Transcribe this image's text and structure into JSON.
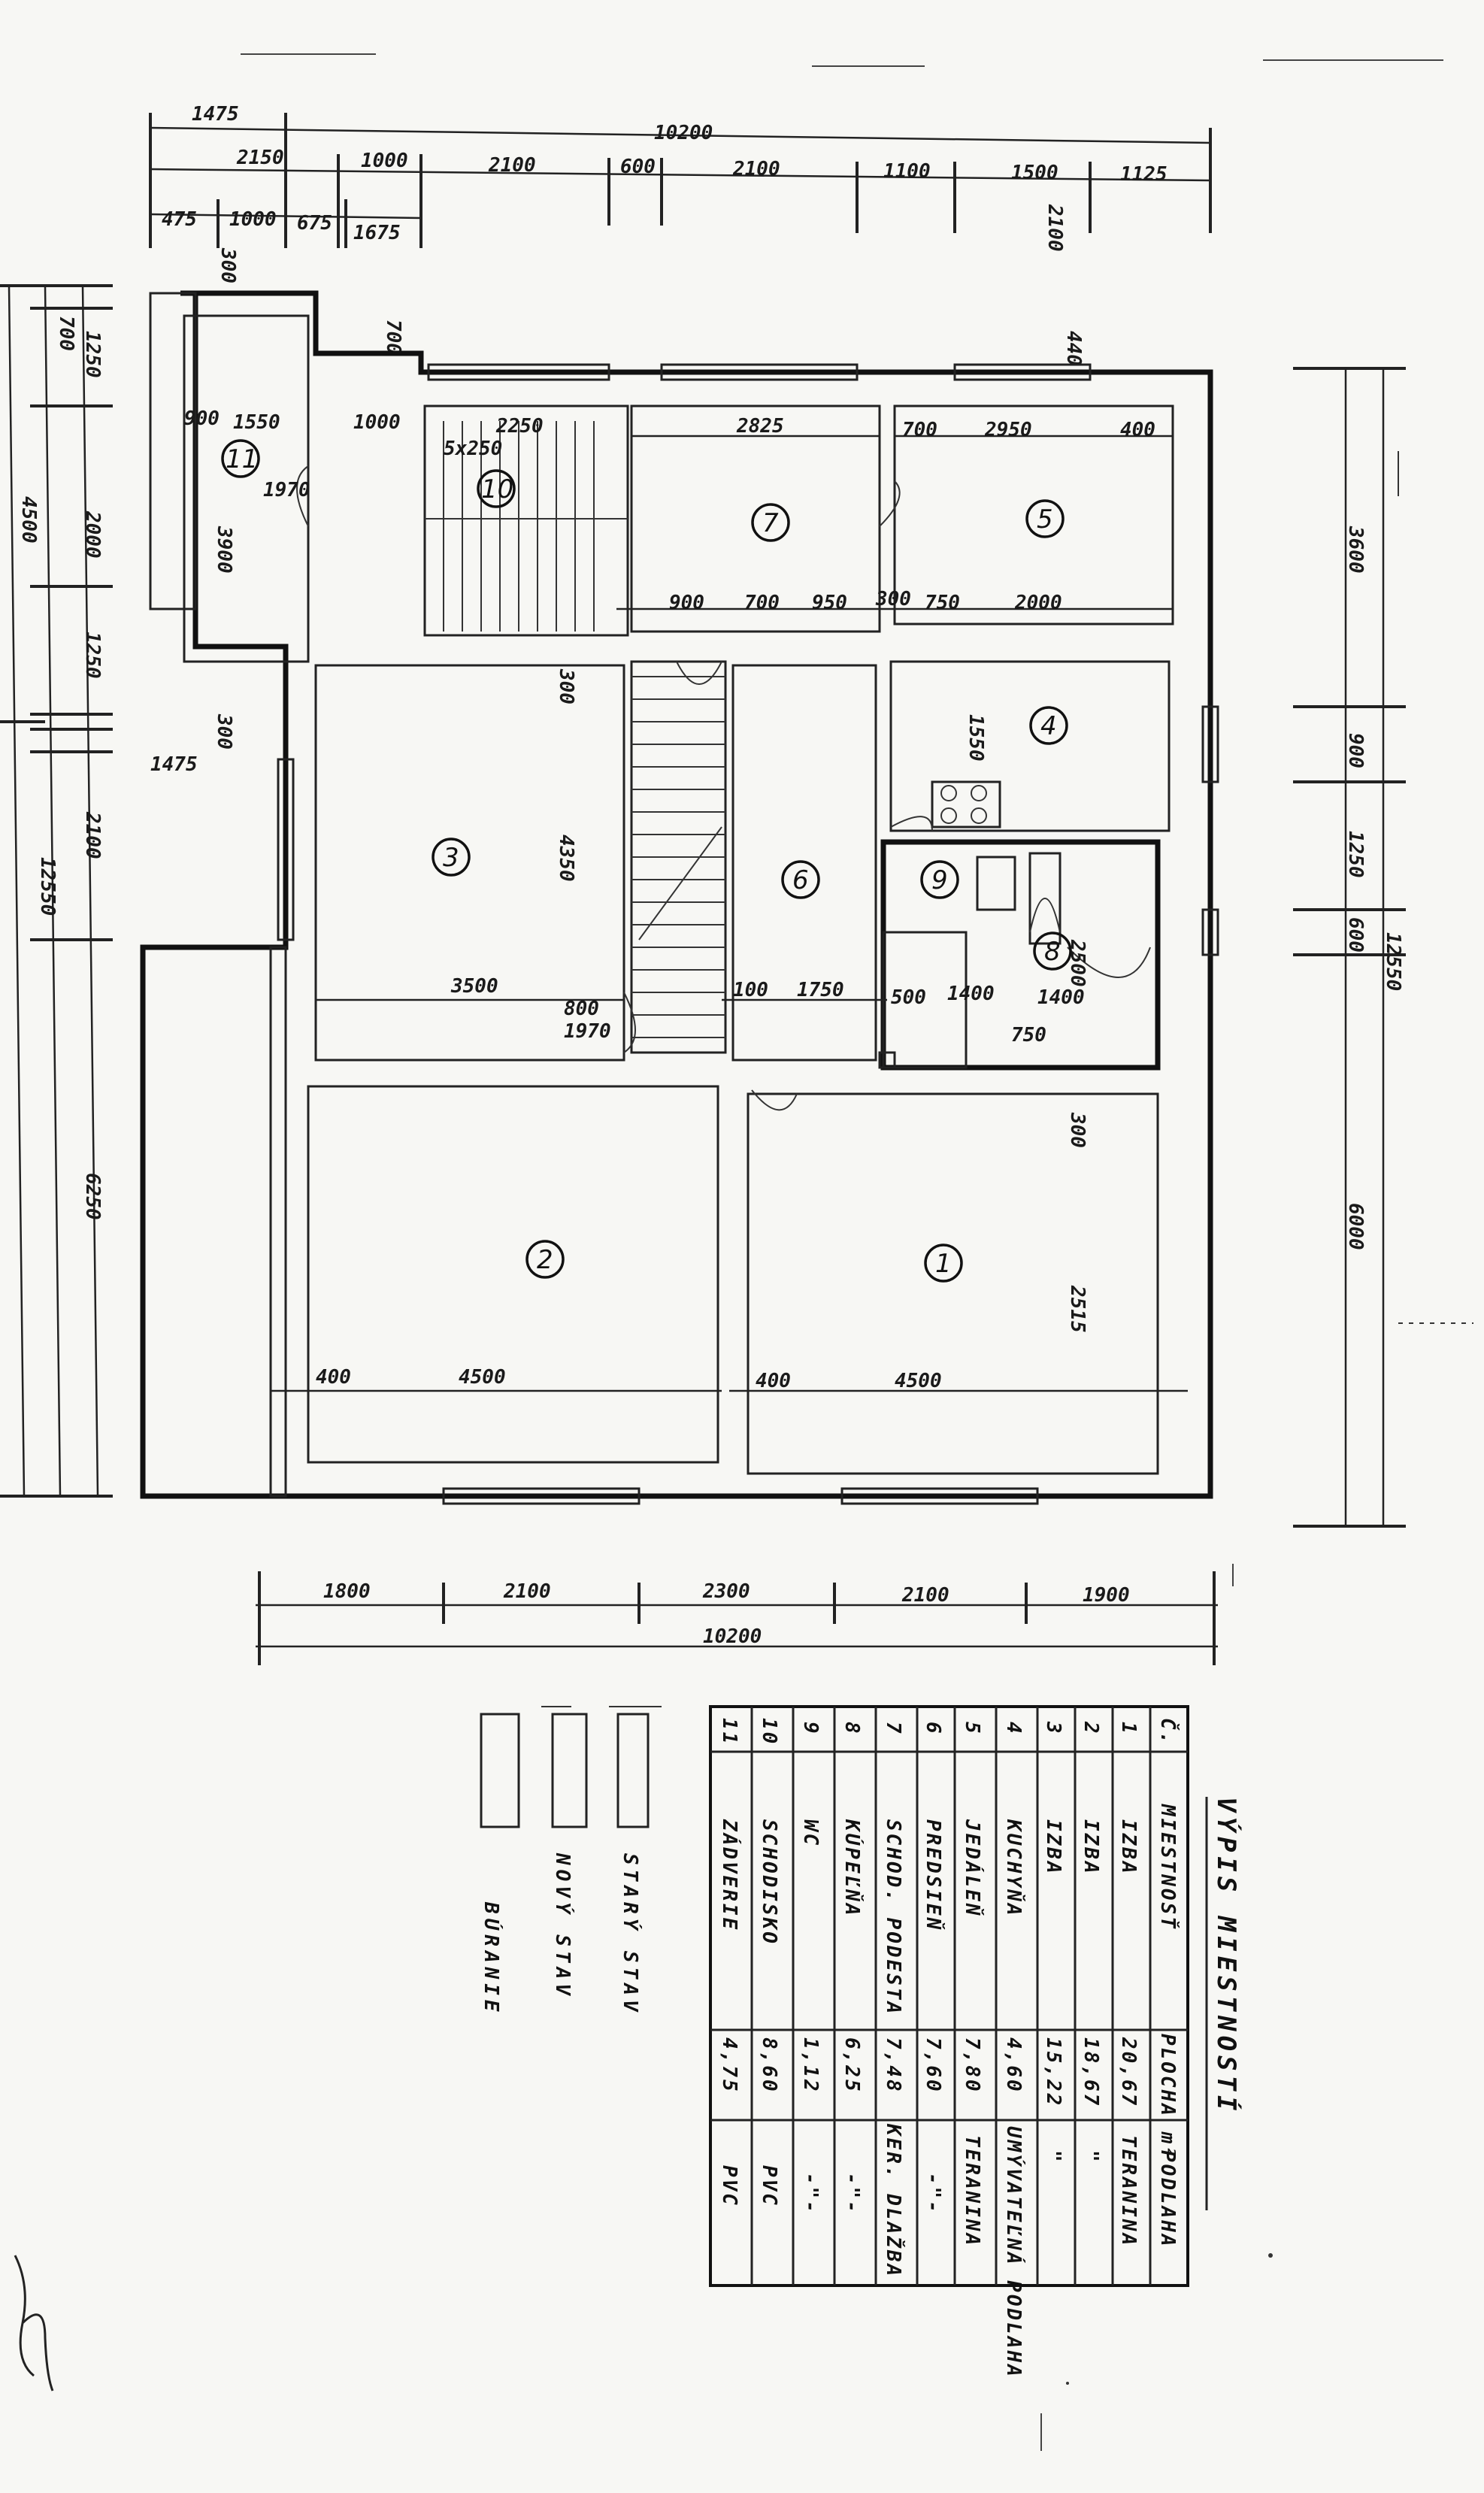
{
  "top_dimensions": {
    "row1": [
      "1475"
    ],
    "total": "10200",
    "row2": [
      "2150",
      "1000",
      "2100",
      "600",
      "2100",
      "1100",
      "1500",
      "1125"
    ],
    "row3": [
      "475",
      "1000",
      "675",
      "1675"
    ],
    "misc": [
      "2100",
      "440",
      "700",
      "300"
    ]
  },
  "bottom_dimensions": {
    "segments": [
      "1800",
      "2100",
      "2300",
      "2100",
      "1900"
    ],
    "total": "10200"
  },
  "left_dimensions": {
    "outer": [
      "4500",
      "12550"
    ],
    "inner": [
      "700",
      "1250",
      "2000",
      "3900",
      "1250",
      "300",
      "2100",
      "6250",
      "1475"
    ]
  },
  "right_dimensions": [
    "3600",
    "900",
    "1250",
    "600",
    "12550",
    "6000"
  ],
  "room_dimensions": [
    "2825",
    "700",
    "2950",
    "400",
    "1000",
    "2250",
    "5x250",
    "1970",
    "900",
    "1550",
    "3500",
    "4350",
    "300",
    "900",
    "700",
    "950",
    "300",
    "750",
    "2000",
    "1550",
    "1750",
    "100",
    "800",
    "1970",
    "4500",
    "400",
    "4500",
    "400",
    "2515",
    "300",
    "2500",
    "1400",
    "1400",
    "750",
    "500"
  ],
  "rooms": [
    "1",
    "2",
    "3",
    "4",
    "5",
    "6",
    "7",
    "8",
    "9",
    "10",
    "11"
  ],
  "legend": {
    "items": [
      "STARÝ STAV",
      "NOVÝ STAV",
      "BÚRANIE"
    ]
  },
  "table": {
    "title": "VÝPIS MIESTNOSTÍ",
    "headers": [
      "Č.",
      "MIESTNOSŤ",
      "PLOCHA m²",
      "PODLAHA"
    ],
    "rows": [
      [
        "1",
        "IZBA",
        "20,67",
        "TERANINA"
      ],
      [
        "2",
        "IZBA",
        "18,67",
        "\""
      ],
      [
        "3",
        "IZBA",
        "15,22",
        "\""
      ],
      [
        "4",
        "KUCHYŇA",
        "4,60",
        "UMÝVATEĽNÁ PODLAHA"
      ],
      [
        "5",
        "JEDÁLEŇ",
        "7,80",
        "TERANINA"
      ],
      [
        "6",
        "PREDSIEŇ",
        "7,60",
        "-\"-"
      ],
      [
        "7",
        "SCHOD. PODESTA",
        "7,48",
        "KER. DLAŽBA"
      ],
      [
        "8",
        "KÚPEĽŇA",
        "6,25",
        "-\"-"
      ],
      [
        "9",
        "WC",
        "1,12",
        "-\"-"
      ],
      [
        "10",
        "SCHODISKO",
        "8,60",
        "PVC"
      ],
      [
        "11",
        "ZÁDVERIE",
        "4,75",
        "PVC"
      ]
    ]
  }
}
